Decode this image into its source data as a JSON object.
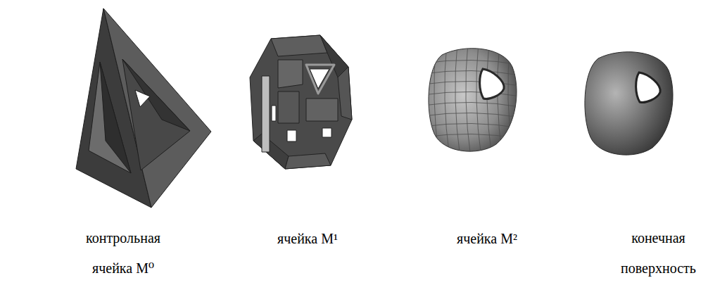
{
  "diagram": {
    "labels": [
      "контрольная ячейка M⁰",
      "ячейка M¹",
      "ячейка M²",
      "конечная поверхность"
    ]
  }
}
